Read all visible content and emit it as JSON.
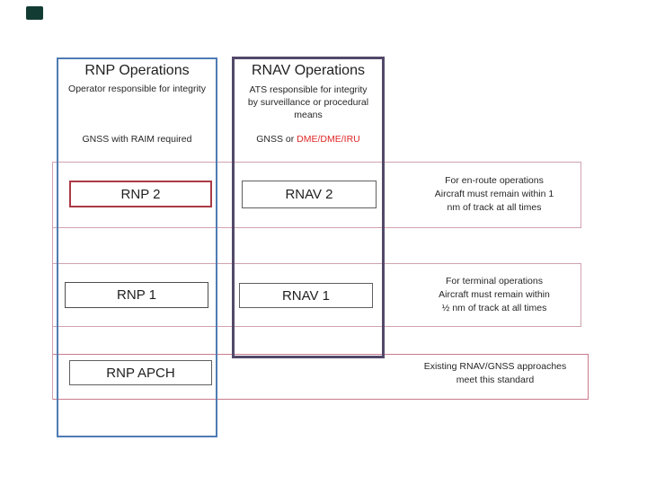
{
  "rnp_column": {
    "title": "RNP Operations",
    "subtitle": "Operator responsible for integrity",
    "requirement": "GNSS with RAIM required"
  },
  "rnav_column": {
    "title": "RNAV Operations",
    "subtitle_lines": [
      "ATS responsible for integrity",
      "by surveillance or procedural",
      "means"
    ],
    "requirement_prefix": "GNSS or ",
    "requirement_highlight": "DME/DME/IRU"
  },
  "rows": [
    {
      "rnp_label": "RNP 2",
      "rnav_label": "RNAV 2",
      "note_lines": [
        "For en-route operations",
        "Aircraft must remain within 1",
        "nm of track at all times"
      ]
    },
    {
      "rnp_label": "RNP 1",
      "rnav_label": "RNAV 1",
      "note_lines": [
        "For terminal operations",
        "Aircraft must remain within",
        "½ nm of track at all times"
      ]
    },
    {
      "rnp_label": "RNP APCH",
      "note_lines": [
        "Existing RNAV/GNSS approaches",
        "meet this standard"
      ]
    }
  ],
  "colors": {
    "rnp_column_border": "#4f7cb4",
    "rnav_column_border": "#52496a",
    "row_band_border": "#d0a2ae",
    "approach_band_border": "#c97b8d",
    "rnp2_box_border": "#a93b46",
    "label_box_border": "#5f5f5f",
    "highlight_red": "#e02828",
    "text": "#262626",
    "corner_square": "#123c33"
  }
}
